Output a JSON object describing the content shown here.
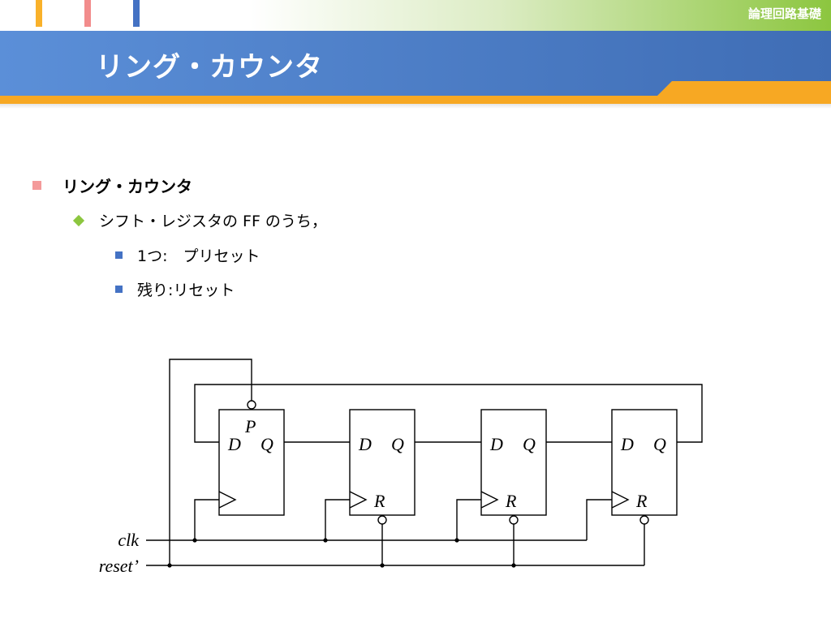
{
  "header": {
    "course": "論理回路基礎",
    "title": "リング・カウンタ"
  },
  "content": {
    "level1": "リング・カウンタ",
    "level2": "シフト・レジスタの FF のうち，",
    "level3": [
      "1つ:　プリセット",
      "残り:リセット"
    ]
  },
  "diagram": {
    "flipflops": [
      {
        "d": "D",
        "q": "Q",
        "control": "P"
      },
      {
        "d": "D",
        "q": "Q",
        "control": "R"
      },
      {
        "d": "D",
        "q": "Q",
        "control": "R"
      },
      {
        "d": "D",
        "q": "Q",
        "control": "R"
      }
    ],
    "inputs": {
      "clk": "clk",
      "reset": "reset’"
    }
  },
  "colors": {
    "title_bar": "#3f6db5",
    "accent_orange": "#f7a823",
    "accent_green": "#8cc63f",
    "bullet_pink": "#f49a9a",
    "bullet_blue": "#4472c4"
  }
}
